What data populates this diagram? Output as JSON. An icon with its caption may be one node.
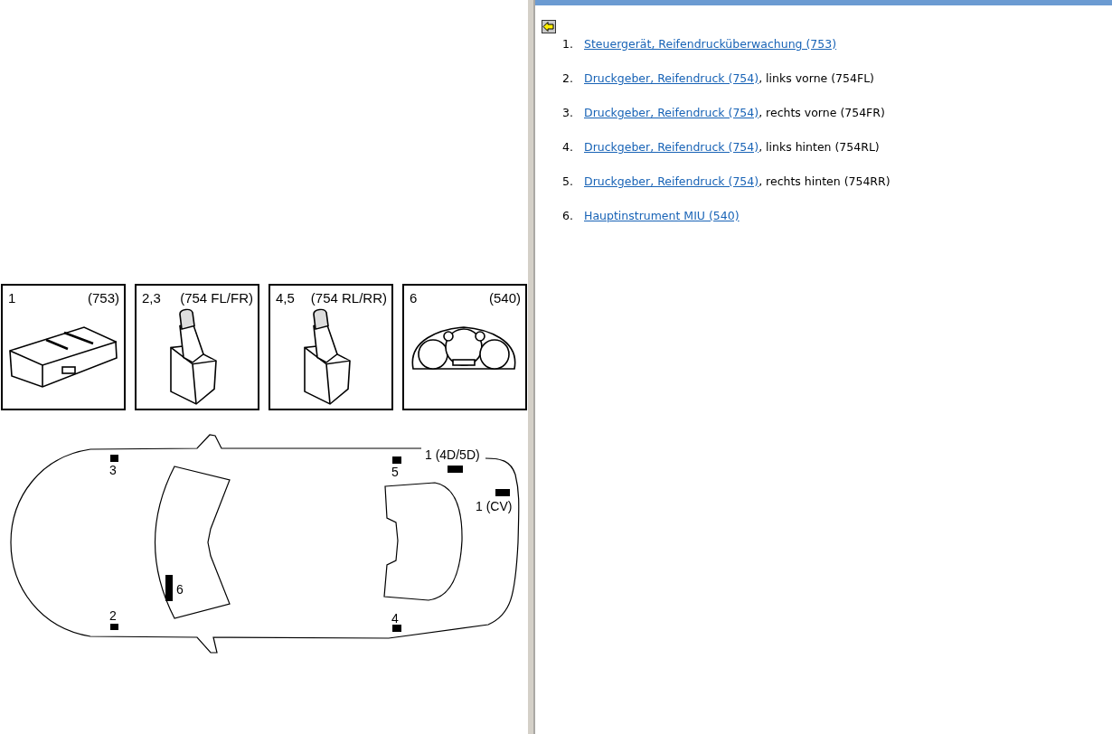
{
  "diagram": {
    "nodes": [
      {
        "text": [
          "1",
          "(753)"
        ]
      },
      {
        "text": [
          "2,3",
          "(754 FL/FR)"
        ]
      },
      {
        "text": [
          "4,5",
          "(754 RL/RR)"
        ]
      },
      {
        "text": [
          "6",
          "(540)"
        ]
      }
    ],
    "labels": [
      "1.",
      "Steuergerät, Reifendrucküberwachung (753)",
      "2.",
      "Druckgeber, Reifendruck (754)",
      ", links vorne (754FL)",
      "3.",
      "Druckgeber, Reifendruck (754)",
      ", rechts vorne (754FR)",
      "4.",
      "Druckgeber, Reifendruck (754)",
      ", links hinten (754RL)",
      "5.",
      "Druckgeber, Reifendruck (754)",
      ", rechts hinten (754RR)",
      "6.",
      "Hauptinstrument MIU (540)",
      "3",
      "5",
      "1 (4D/5D)",
      "1 (CV)",
      "6",
      "2",
      "4"
    ]
  }
}
